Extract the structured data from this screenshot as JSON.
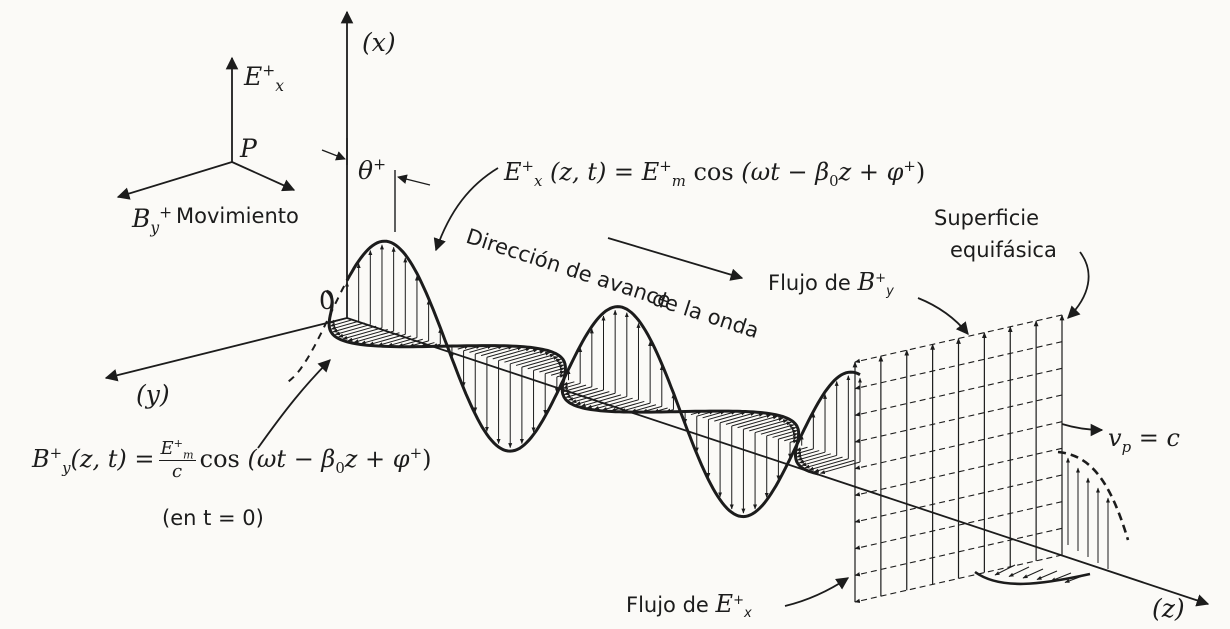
{
  "labels": {
    "x_axis": "(x)",
    "y_axis": "(y)",
    "z_axis": "(z)",
    "origin": "0",
    "point_p": "P",
    "theta": "θ",
    "movimiento": "Movimiento",
    "ex_top_base": "E",
    "ex_top_sub": "x",
    "by_small_base": "B",
    "by_small_sub": "y",
    "plus": "+",
    "ex_eq": {
      "lhs_base": "E",
      "lhs_sub": "x",
      "args": "(z, t) =",
      "rhs_base": "E",
      "rhs_sub": "m",
      "cos": "cos",
      "body": "(ωt − β",
      "beta_sub": "0",
      "tail": "z + φ",
      "close": ")"
    },
    "by_eq": {
      "lhs_base": "B",
      "lhs_sub": "y",
      "args": "(z, t) =",
      "num_base": "E",
      "num_sub": "m",
      "den": "c",
      "cos": "cos",
      "body": "(ωt − β",
      "beta_sub": "0",
      "tail": "z + φ",
      "close": ")",
      "note": "(en t = 0)"
    },
    "direccion_1": "Dirección de avance",
    "direccion_2": "de la onda",
    "superficie_1": "Superficie",
    "superficie_2": "equifásica",
    "flujo_by_text": "Flujo de",
    "flujo_by_base": "B",
    "flujo_by_sub": "y",
    "flujo_ex_text": "Flujo de",
    "flujo_ex_base": "E",
    "flujo_ex_sub": "x",
    "vp_base": "v",
    "vp_sub": "p",
    "vp_eq": " = c"
  }
}
